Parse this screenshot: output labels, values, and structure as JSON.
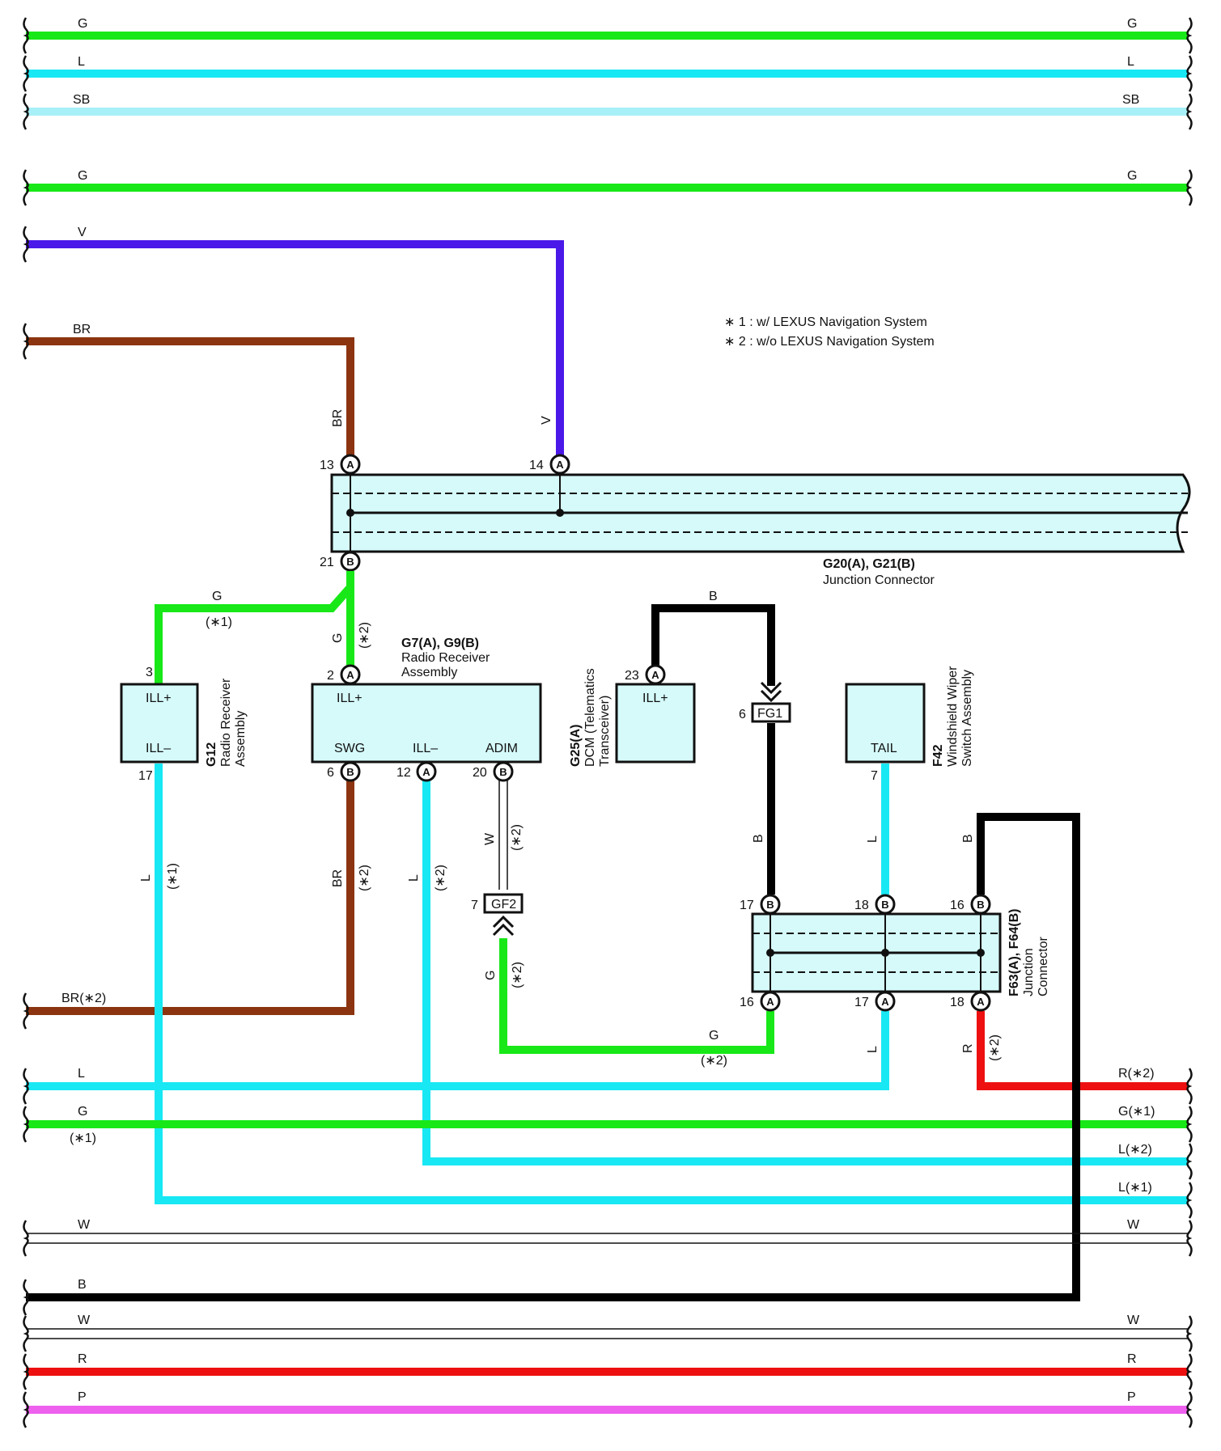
{
  "colors": {
    "G": "#18e818",
    "L": "#18e8f4",
    "SB": "#a8f0f8",
    "V": "#4a18e8",
    "BR": "#8c3410",
    "B": "#000000",
    "R": "#ee1010",
    "P": "#ee60ee",
    "W": "#ffffff",
    "box_fill": "#d6fafa"
  },
  "notes": {
    "note1": "∗ 1 : w/ LEXUS Navigation System",
    "note2": "∗ 2 : w/o LEXUS Navigation System"
  },
  "rails": {
    "g_top": "G",
    "l_top": "L",
    "sb_top": "SB",
    "g_2": "G",
    "v_left": "V",
    "br_left": "BR",
    "br2_left": "BR(∗2)",
    "l_bottom": "L",
    "g_bottom": "G",
    "g_bottom_note": "(∗1)",
    "r2_right": "R(∗2)",
    "g1_right": "G(∗1)",
    "l2_right": "L(∗2)",
    "l1_right": "L(∗1)",
    "w1": "W",
    "b_left": "B",
    "w2": "W",
    "r_rail": "R",
    "p_rail": "P"
  },
  "junction_main": {
    "name": "G20(A), G21(B)",
    "desc": "Junction Connector",
    "pin13": "13",
    "pin13_conn": "A",
    "pin14": "14",
    "pin14_conn": "A",
    "pin21": "21",
    "pin21_conn": "B",
    "wire_br": "BR",
    "wire_v": "V"
  },
  "g12": {
    "name": "G12",
    "desc1": "Radio Receiver",
    "desc2": "Assembly",
    "ill_plus": "ILL+",
    "ill_minus": "ILL–",
    "pin3": "3",
    "pin17": "17",
    "wire_l": "L",
    "wire_note": "(∗1)"
  },
  "g7": {
    "name": "G7(A), G9(B)",
    "desc1": "Radio Receiver",
    "desc2": "Assembly",
    "ill_plus": "ILL+",
    "swg": "SWG",
    "ill_minus": "ILL–",
    "adim": "ADIM",
    "pin2": "2",
    "pin2_conn": "A",
    "pin6": "6",
    "pin6_conn": "B",
    "pin12": "12",
    "pin12_conn": "A",
    "pin20": "20",
    "pin20_conn": "B",
    "wire_g_top": "G",
    "wire_g_note": "(∗1)",
    "wire_g_v": "G",
    "wire_g_v_note": "(∗2)",
    "wire_br": "BR",
    "wire_br_note": "(∗2)",
    "wire_l": "L",
    "wire_l_note": "(∗2)",
    "wire_w": "W",
    "wire_w_note": "(∗2)"
  },
  "g25": {
    "name": "G25(A)",
    "desc1": "DCM (Telematics",
    "desc2": "Transceiver)",
    "ill_plus": "ILL+",
    "pin23": "23",
    "pin23_conn": "A",
    "wire_b": "B"
  },
  "fg1": {
    "label": "FG1",
    "pin": "6",
    "wire_b": "B"
  },
  "gf2": {
    "label": "GF2",
    "pin": "7",
    "wire_g": "G",
    "wire_g_note": "(∗2)",
    "wire_g_h": "G",
    "wire_g_h_note": "(∗2)"
  },
  "f42": {
    "name": "F42",
    "desc1": "Windshield Wiper",
    "desc2": "Switch Assembly",
    "tail": "TAIL",
    "pin7": "7",
    "wire_l": "L"
  },
  "junction_f63": {
    "name": "F63(A), F64(B)",
    "desc1": "Junction",
    "desc2": "Connector",
    "pin17t": "17",
    "pin17t_conn": "B",
    "pin18t": "18",
    "pin18t_conn": "B",
    "pin16t": "16",
    "pin16t_conn": "B",
    "pin16b": "16",
    "pin16b_conn": "A",
    "pin17b": "17",
    "pin17b_conn": "A",
    "pin18b": "18",
    "pin18b_conn": "A",
    "wire_b_right": "B",
    "wire_l_bottom": "L",
    "wire_r": "R",
    "wire_r_note": "(∗2)"
  }
}
